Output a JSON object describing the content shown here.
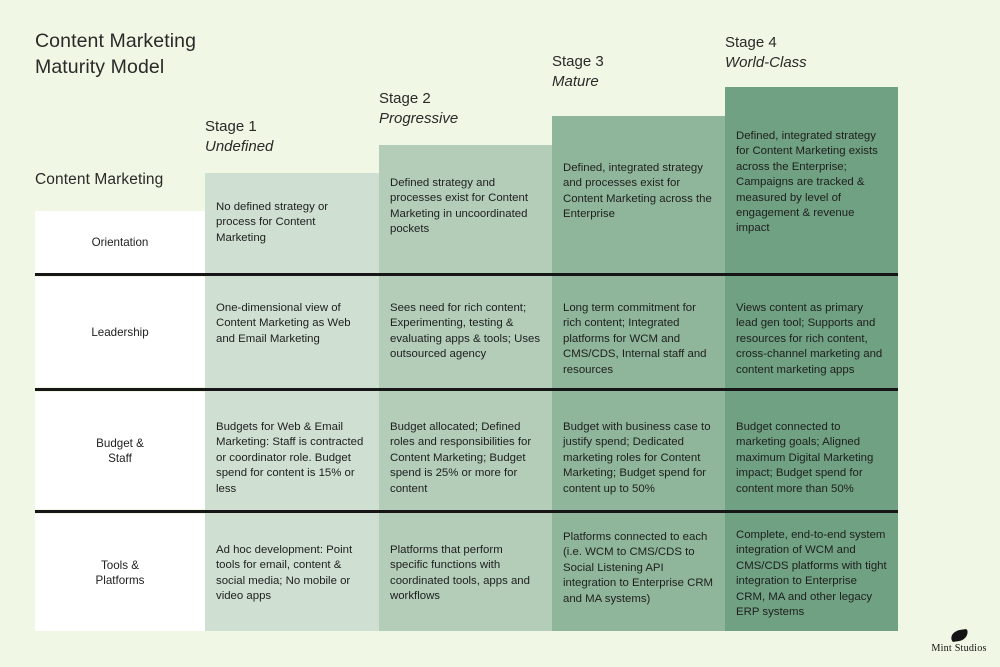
{
  "title": "Content Marketing\nMaturity Model",
  "dimension_label": "Content Marketing",
  "colors": {
    "page_background": "#f0f7e4",
    "stage1": "#cfdfd2",
    "stage2": "#b3cdb9",
    "stage3": "#8fb69b",
    "stage4": "#6fa182",
    "row_label_background": "#ffffff",
    "divider": "#161616",
    "text": "#1e1e1e"
  },
  "stages": [
    {
      "number": "Stage 1",
      "name": "Undefined"
    },
    {
      "number": "Stage 2",
      "name": "Progressive"
    },
    {
      "number": "Stage 3",
      "name": "Mature"
    },
    {
      "number": "Stage 4",
      "name": "World-Class"
    }
  ],
  "rows": [
    {
      "label": "Orientation"
    },
    {
      "label": "Leadership"
    },
    {
      "label": "Budget &\nStaff"
    },
    {
      "label": "Tools &\nPlatforms"
    }
  ],
  "header_cells": [
    "No defined strategy or process for Content Marketing",
    "Defined strategy and processes exist for Content Marketing in uncoordinated pockets",
    "Defined, integrated strategy and processes exist for Content Marketing across the Enterprise",
    "Defined, integrated strategy for Content Marketing exists across the Enterprise; Campaigns are tracked & measured by level of engagement & revenue impact"
  ],
  "cells": {
    "leadership": [
      "One-dimensional view of Content Marketing as Web and Email Marketing",
      "Sees need for rich content; Experimenting, testing & evaluating apps & tools; Uses outsourced agency",
      "Long term commitment for rich content; Integrated platforms for WCM and CMS/CDS, Internal staff and resources",
      "Views content as primary lead gen tool; Supports and resources for rich content, cross-channel marketing and content marketing apps"
    ],
    "budget_staff": [
      "Budgets for Web & Email Marketing: Staff is contracted or coordinator role. Budget spend for content is 15% or less",
      "Budget allocated; Defined roles and responsibilities for Content Marketing; Budget spend is 25% or more for content",
      "Budget with business case to justify spend; Dedicated marketing roles for Content Marketing; Budget spend for content up to 50%",
      "Budget connected to marketing goals; Aligned maximum Digital Marketing impact; Budget spend for content more than 50%"
    ],
    "tools_platforms": [
      "Ad hoc development: Point tools for email, content & social media; No mobile or video apps",
      "Platforms that perform specific functions with coordinated tools, apps and workflows",
      "Platforms connected to each (i.e. WCM to CMS/CDS to Social Listening API integration to Enterprise CRM and MA systems)",
      "Complete, end-to-end system integration of WCM and CMS/CDS platforms with tight integration to Enterprise CRM, MA and other legacy ERP systems"
    ]
  },
  "logo": {
    "name": "Mint Studios",
    "icon": "leaf-icon"
  }
}
